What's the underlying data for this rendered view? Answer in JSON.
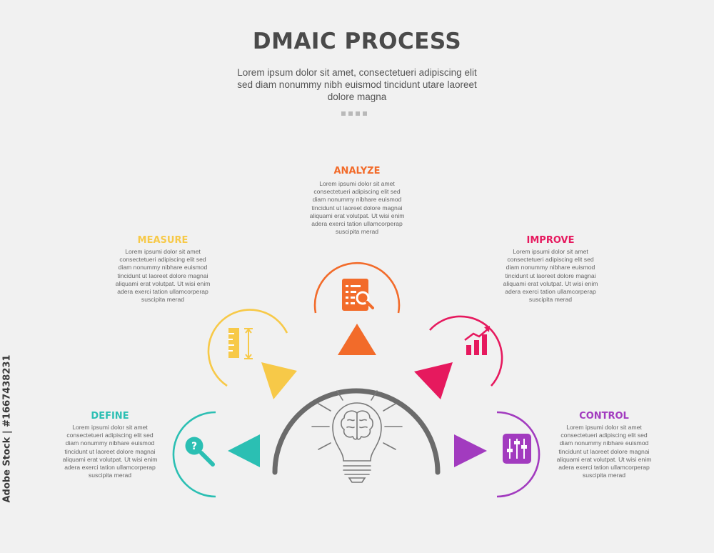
{
  "header": {
    "title": "DMAIC PROCESS",
    "subtitle": "Lorem ipsum dolor sit amet, consectetueri adipiscing elit sed diam nonummy nibh euismod tincidunt utare laoreet dolore magna"
  },
  "steps": [
    {
      "id": "define",
      "title": "DEFINE",
      "color": "#2bbfb3",
      "icon": "search-question-icon",
      "desc": "Lorem ipsumi dolor sit amet consectetueri adipiscing elit sed diam nonummy nibhare euismod tincidunt ut laoreet dolore magnai aliquami erat volutpat. Ut wisi enim adera exerci tation ullamcorperap suscipita merad"
    },
    {
      "id": "measure",
      "title": "MEASURE",
      "color": "#f7c948",
      "icon": "ruler-icon",
      "desc": "Lorem ipsumi dolor sit amet consectetueri adipiscing elit sed diam nonummy nibhare euismod tincidunt ut laoreet dolore magnai aliquami erat volutpat. Ut wisi enim adera exerci tation ullamcorperap suscipita merad"
    },
    {
      "id": "analyze",
      "title": "ANALYZE",
      "color": "#f26b2a",
      "icon": "document-search-icon",
      "desc": "Lorem ipsumi dolor sit amet consectetueri adipiscing elit sed diam nonummy nibhare euismod tincidunt ut laoreet dolore magnai aliquami erat volutpat. Ut wisi enim adera exerci tation ullamcorperap suscipita merad"
    },
    {
      "id": "improve",
      "title": "IMPROVE",
      "color": "#e6195e",
      "icon": "bar-chart-growth-icon",
      "desc": "Lorem ipsumi dolor sit amet consectetueri adipiscing elit sed diam nonummy nibhare euismod tincidunt ut laoreet dolore magnai aliquami erat volutpat. Ut wisi enim adera exerci tation ullamcorperap suscipita merad"
    },
    {
      "id": "control",
      "title": "CONTROL",
      "color": "#a23bbf",
      "icon": "sliders-icon",
      "desc": "Lorem ipsumi dolor sit amet consectetueri adipiscing elit sed diam nonummy nibhare euismod tincidunt ut laoreet dolore magnai aliquami erat volutpat. Ut wisi enim adera exerci tation ullamcorperap suscipita merad"
    }
  ],
  "center": {
    "icon": "lightbulb-brain-icon",
    "arc_color": "#6b6b6b"
  },
  "side_label": "Adobe Stock | #1667438231"
}
